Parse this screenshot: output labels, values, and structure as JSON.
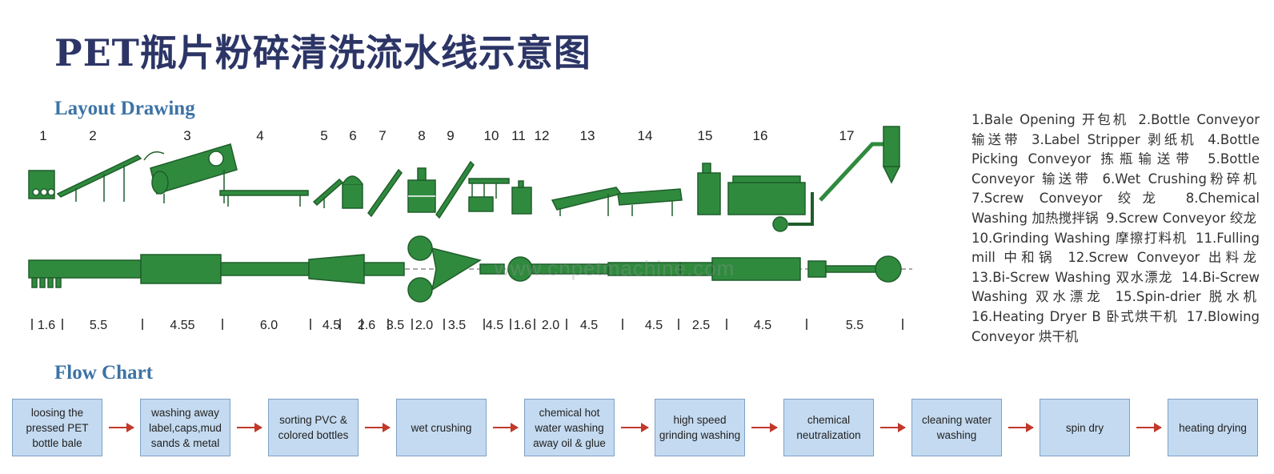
{
  "title": "PET瓶片粉碎清洗流水线示意图",
  "layout_heading": "Layout Drawing",
  "flow_heading": "Flow Chart",
  "watermark": "www.cnpetmachine.com",
  "station_numbers": [
    "1",
    "2",
    "3",
    "4",
    "5",
    "6",
    "7",
    "8",
    "9",
    "10",
    "11",
    "12",
    "13",
    "14",
    "15",
    "16",
    "17"
  ],
  "dimensions": [
    "1.6",
    "5.5",
    "4.55",
    "6.0",
    "4.5",
    "2.6",
    "3.5",
    "2.0",
    "3.5",
    "4.5",
    "1.6",
    "2.0",
    "4.5",
    "4.5",
    "2.5",
    "4.5",
    "5.5"
  ],
  "legend_items": [
    "1.Bale Opening 开包机",
    "2.Bottle Conveyor 输送带",
    "3.Label Stripper 剥纸机",
    "4.Bottle Picking Conveyor 拣瓶输送带",
    "5.Bottle Conveyor 输送带",
    "6.Wet Crushing粉碎机",
    "7.Screw Conveyor 绞龙",
    "8.Chemical Washing 加热搅拌锅",
    "9.Screw Conveyor 绞龙",
    "10.Grinding Washing 摩擦打料机",
    "11.Fulling mill 中和锅",
    "12.Screw Conveyor 出料龙",
    "13.Bi-Screw Washing 双水漂龙",
    "14.Bi-Screw Washing 双水漂龙",
    "15.Spin-drier 脱水机",
    "16.Heating Dryer B 卧式烘干机",
    "17.Blowing Conveyor 烘干机"
  ],
  "flow_steps": [
    "loosing the pressed PET bottle bale",
    "washing away label,caps,mud sands & metal",
    "sorting PVC & colored bottles",
    "wet crushing",
    "chemical hot water washing away oil & glue",
    "high speed grinding washing",
    "chemical neutralization",
    "cleaning water washing",
    "spin dry",
    "heating drying"
  ],
  "colors": {
    "machine": "#2f8a3e",
    "machine_dark": "#1f5e2a",
    "title": "#2c3566",
    "heading": "#3d73a6",
    "flow_box": "#c4daf0",
    "arrow": "#c0392b"
  }
}
